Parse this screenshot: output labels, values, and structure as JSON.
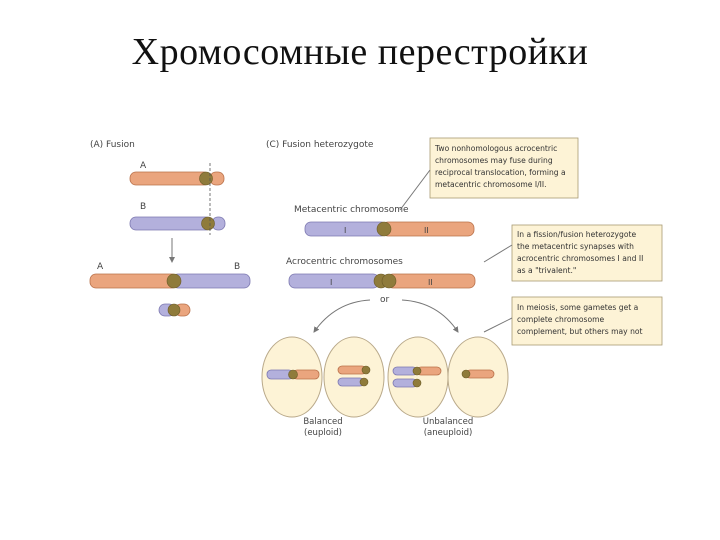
{
  "slide": {
    "title": "Хромосомные перестройки"
  },
  "figure": {
    "panel_a": {
      "title": "(A) Fusion",
      "label_a": "A",
      "label_b": "B",
      "merged_label_a": "A",
      "merged_label_b": "B"
    },
    "panel_c": {
      "title": "(C) Fusion heterozygote",
      "metacentric_label": "Metacentric chromosome",
      "acrocentric_label": "Acrocentric chromosomes",
      "roman_a": "I",
      "roman_b": "II",
      "or_label": "or",
      "balanced_label": [
        "Balanced",
        "(euploid)"
      ],
      "unbalanced_label": [
        "Unbalanced",
        "(aneuploid)"
      ]
    },
    "callouts": [
      [
        "Two nonhomologous acrocentric",
        "chromosomes may fuse during",
        "reciprocal translocation, forming a",
        "metacentric chromosome I/II."
      ],
      [
        "In a fission/fusion heterozygote",
        "the metacentric synapses with",
        "acrocentric chromosomes I and II",
        "as a \"trivalent.\""
      ],
      [
        "In meiosis, some gametes get a",
        "complete chromosome",
        "complement, but others may not"
      ]
    ],
    "colors": {
      "orange": "#eaa57e",
      "lavender": "#b3b0dc",
      "centromere": "#8f7b3b",
      "box": "#fdf3d6"
    }
  }
}
